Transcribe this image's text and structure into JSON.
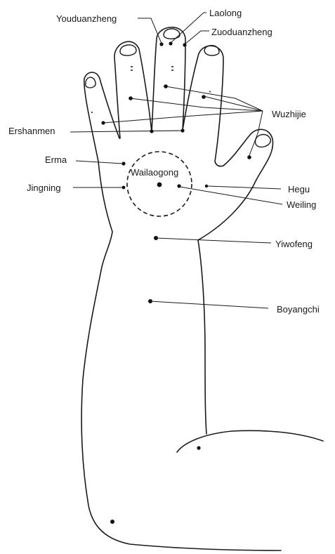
{
  "labels": {
    "youduanzheng": "Youduanzheng",
    "laolong": "Laolong",
    "zuoduanzheng": "Zuoduanzheng",
    "wuzhijie": "Wuzhijie",
    "ershanmen": "Ershanmen",
    "erma": "Erma",
    "jingning": "Jingning",
    "wailaogong": "Wailaogong",
    "hegu": "Hegu",
    "weiling": "Weiling",
    "yiwofeng": "Yiwofeng",
    "boyangchi": "Boyangchi"
  }
}
